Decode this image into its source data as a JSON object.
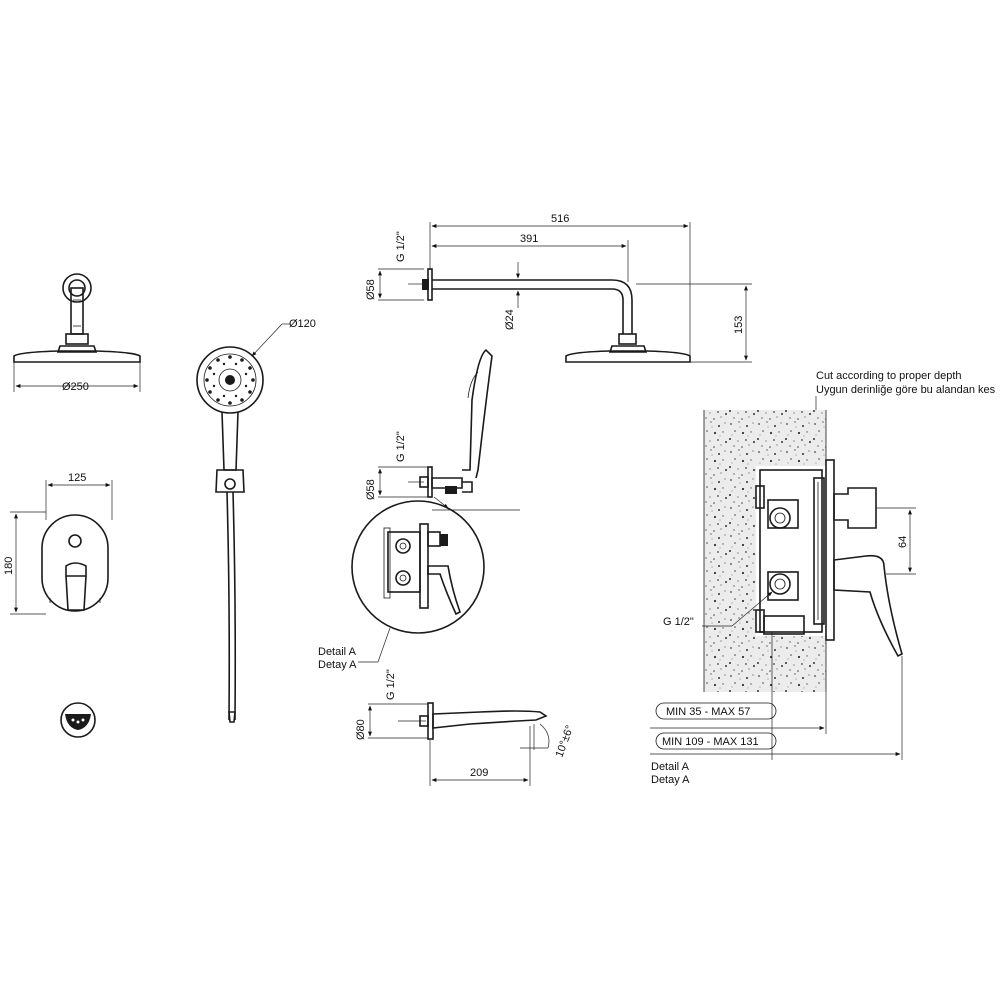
{
  "shower_head": {
    "diameter": "Ø250"
  },
  "hand_shower": {
    "diameter": "Ø120"
  },
  "mixer_plate": {
    "width": "125",
    "height": "180"
  },
  "overhead_arm": {
    "total_length": "516",
    "arm_length": "391",
    "thread": "G 1/2\"",
    "flange": "Ø58",
    "pipe": "Ø24",
    "drop": "153"
  },
  "hand_outlet": {
    "thread": "G 1/2\"",
    "flange": "Ø58"
  },
  "detail_callout": {
    "en": "Detail A",
    "tr": "Detay A"
  },
  "spout": {
    "thread": "G 1/2\"",
    "flange": "Ø80",
    "length": "209",
    "angle": "10°±6°"
  },
  "section": {
    "cut_note_en": "Cut according to proper depth",
    "cut_note_tr": "Uygun derinliğe göre bu alandan kes",
    "spacing": "64",
    "thread": "G 1/2\"",
    "range_1": "MIN 35 - MAX 57",
    "range_2": "MIN 109 - MAX 131",
    "detail_en": "Detail A",
    "detail_tr": "Detay A"
  }
}
